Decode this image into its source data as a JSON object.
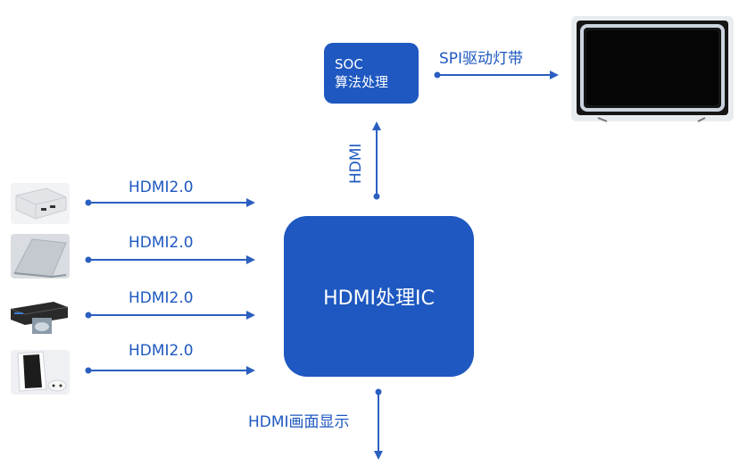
{
  "soc_box": {
    "line1": "SOC",
    "line2": "算法处理"
  },
  "main_box": {
    "label": "HDMI处理IC"
  },
  "labels": {
    "spi": "SPI驱动灯带",
    "hdmi_vertical": "HDMI",
    "hdmi_out": "HDMI画面显示"
  },
  "inputs": [
    {
      "label": "HDMI2.0",
      "device": "set-top-box"
    },
    {
      "label": "HDMI2.0",
      "device": "laptop"
    },
    {
      "label": "HDMI2.0",
      "device": "blu-ray-player"
    },
    {
      "label": "HDMI2.0",
      "device": "game-console"
    }
  ],
  "colors": {
    "accent": "#1e58c0",
    "line": "#2b5fbf"
  }
}
